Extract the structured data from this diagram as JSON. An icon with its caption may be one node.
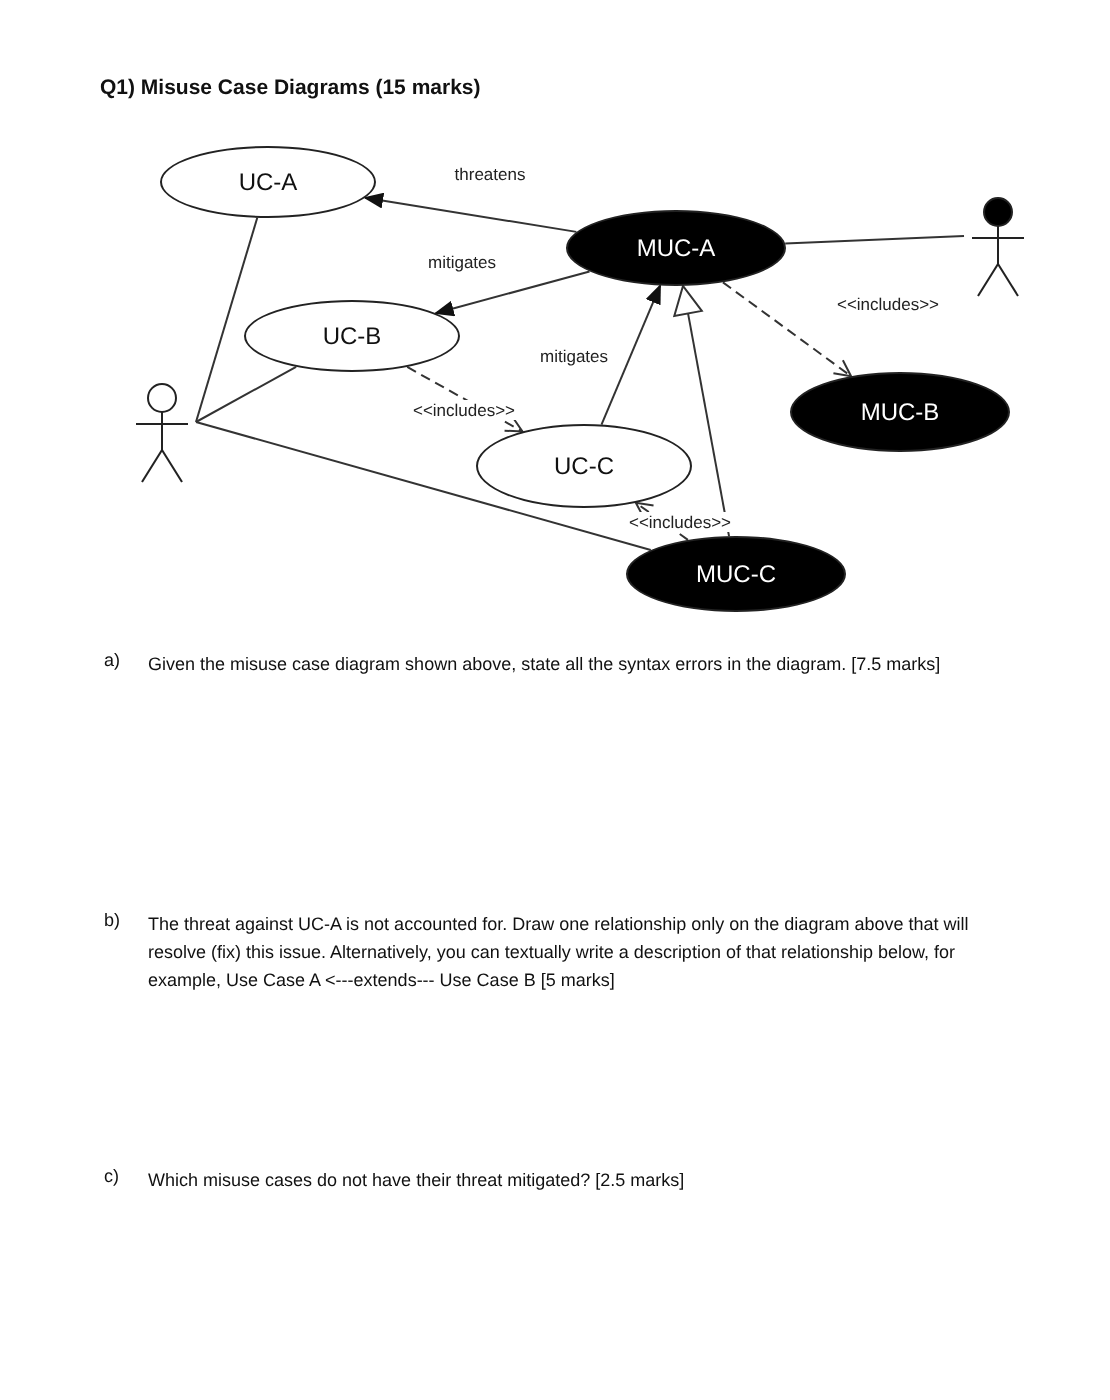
{
  "diagram": {
    "title": "Q1) Misuse Case Diagrams (15 marks)",
    "nodes": [
      {
        "text": [
          "UC-A"
        ]
      },
      {
        "text": [
          "MUC-A"
        ]
      },
      {
        "text": [],
        "shape": "person"
      },
      {
        "text": [
          "UC-B"
        ]
      },
      {
        "text": [],
        "shape": "person"
      },
      {
        "text": [
          "MUC-B"
        ]
      },
      {
        "text": [
          "UC-C"
        ]
      },
      {
        "text": [
          "MUC-C"
        ]
      }
    ],
    "edges": [
      {
        "from": 1,
        "to": 0,
        "arrow": "to",
        "label": "threatens"
      },
      {
        "from": 1,
        "to": 3,
        "arrow": "to",
        "label": "mitigates"
      },
      {
        "from": 2,
        "to": 1,
        "arrow": "none"
      },
      {
        "from": 1,
        "to": 5,
        "arrow": "to",
        "label": "<<includes>>",
        "style": "dashed"
      },
      {
        "from": 4,
        "to": 0,
        "arrow": "none"
      },
      {
        "from": 4,
        "to": 3,
        "arrow": "none"
      },
      {
        "from": 4,
        "to": 7,
        "arrow": "none"
      },
      {
        "from": 3,
        "to": 6,
        "arrow": "to",
        "label": "<<includes>>",
        "style": "dashed"
      },
      {
        "from": 6,
        "to": 1,
        "arrow": "to",
        "label": "mitigates"
      },
      {
        "from": 7,
        "to": 1,
        "arrow": "to"
      },
      {
        "from": 7,
        "to": 6,
        "arrow": "to",
        "label": "<<includes>>",
        "style": "dashed"
      }
    ],
    "labels": [
      "a)",
      "Given the misuse case diagram shown above, state all the syntax errors in the diagram. [7.5 marks]",
      "b)",
      "The threat against UC-A is not accounted for. Draw one relationship only on the diagram above that will resolve (fix) this issue. Alternatively, you can textually write a description of that relationship below, for example, Use Case A <---extends--- Use Case B [5 marks]",
      "c)",
      "Which misuse cases do not have their threat mitigated? [2.5 marks]"
    ]
  }
}
